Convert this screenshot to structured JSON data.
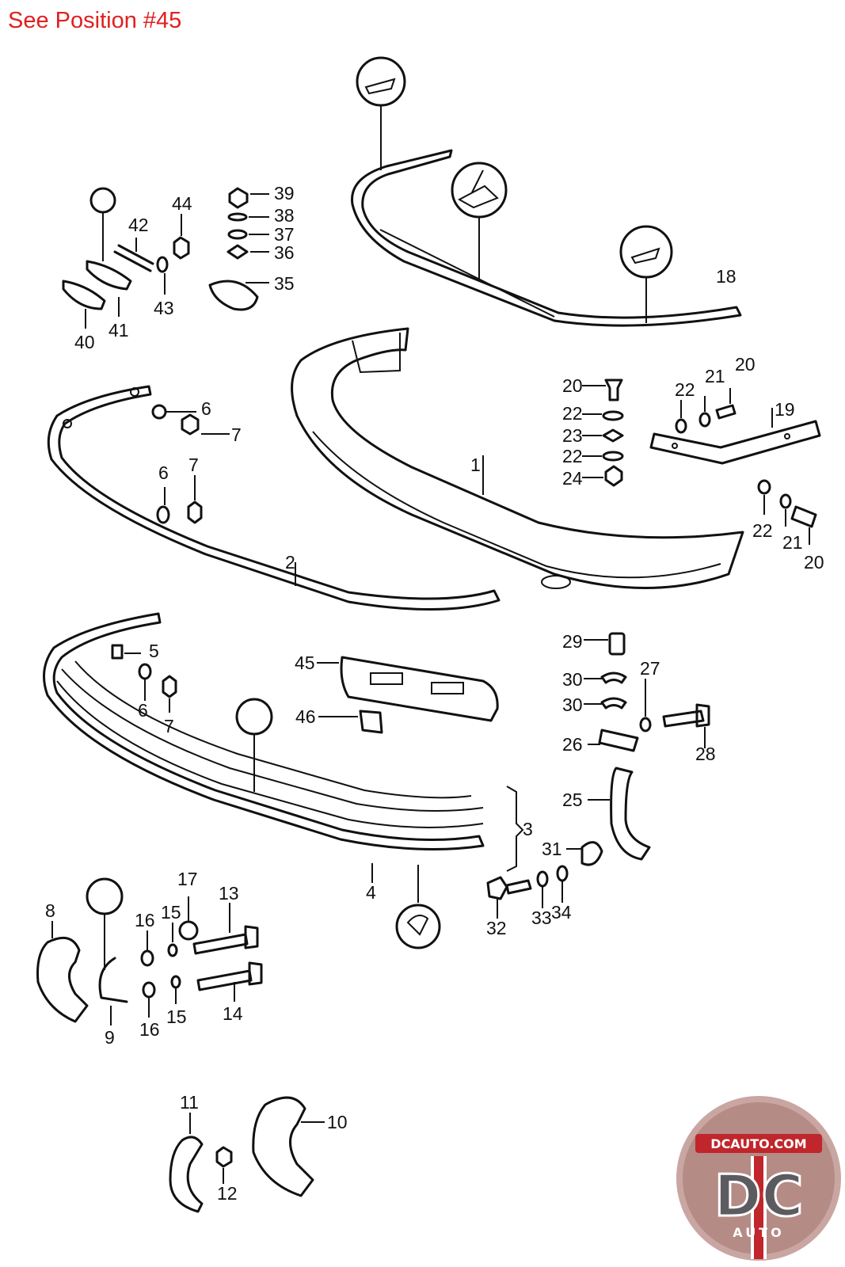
{
  "header": {
    "note": "See Position #45"
  },
  "callouts": {
    "c1": "1",
    "c2": "2",
    "c3": "3",
    "c4": "4",
    "c5": "5",
    "c6a": "6",
    "c6b": "6",
    "c6c": "6",
    "c7a": "7",
    "c7b": "7",
    "c7c": "7",
    "c8": "8",
    "c9": "9",
    "c10": "10",
    "c11": "11",
    "c12": "12",
    "c13": "13",
    "c14": "14",
    "c15a": "15",
    "c15b": "15",
    "c16a": "16",
    "c16b": "16",
    "c17": "17",
    "c18": "18",
    "c19": "19",
    "c20a": "20",
    "c20b": "20",
    "c20c": "20",
    "c21a": "21",
    "c21b": "21",
    "c22a": "22",
    "c22b": "22",
    "c22c": "22",
    "c22d": "22",
    "c23": "23",
    "c24": "24",
    "c25": "25",
    "c26": "26",
    "c27": "27",
    "c28": "28",
    "c29": "29",
    "c30a": "30",
    "c30b": "30",
    "c31": "31",
    "c32": "32",
    "c33": "33",
    "c34": "34",
    "c35": "35",
    "c36": "36",
    "c37": "37",
    "c38": "38",
    "c39": "39",
    "c40": "40",
    "c41": "41",
    "c42": "42",
    "c43": "43",
    "c44": "44",
    "c45": "45",
    "c46": "46"
  },
  "logo": {
    "domain": "DCAUTO.COM",
    "mark": "DC",
    "word": "AUTO"
  },
  "colors": {
    "note": "#e02020",
    "ink": "#111111",
    "logo_ring": "#c9a6a2",
    "logo_red": "#c0262b"
  }
}
